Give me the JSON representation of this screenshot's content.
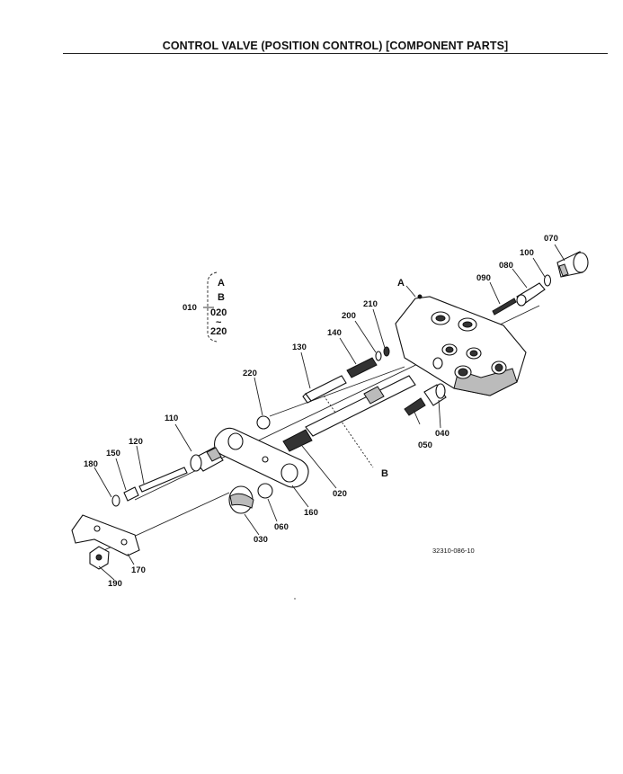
{
  "title": "CONTROL VALVE (POSITION CONTROL)   [COMPONENT PARTS]",
  "figure_code": "32310-086-10",
  "group_bracket": {
    "ref": "010",
    "lines": [
      "A",
      "B",
      "020",
      "~",
      "220"
    ]
  },
  "refs": {
    "A": "A",
    "B": "B"
  },
  "parts": [
    {
      "id": "010"
    },
    {
      "id": "020"
    },
    {
      "id": "030"
    },
    {
      "id": "040"
    },
    {
      "id": "050"
    },
    {
      "id": "060"
    },
    {
      "id": "070"
    },
    {
      "id": "080"
    },
    {
      "id": "090"
    },
    {
      "id": "100"
    },
    {
      "id": "110"
    },
    {
      "id": "120"
    },
    {
      "id": "130"
    },
    {
      "id": "140"
    },
    {
      "id": "150"
    },
    {
      "id": "160"
    },
    {
      "id": "170"
    },
    {
      "id": "180"
    },
    {
      "id": "190"
    },
    {
      "id": "200"
    },
    {
      "id": "210"
    },
    {
      "id": "220"
    }
  ]
}
